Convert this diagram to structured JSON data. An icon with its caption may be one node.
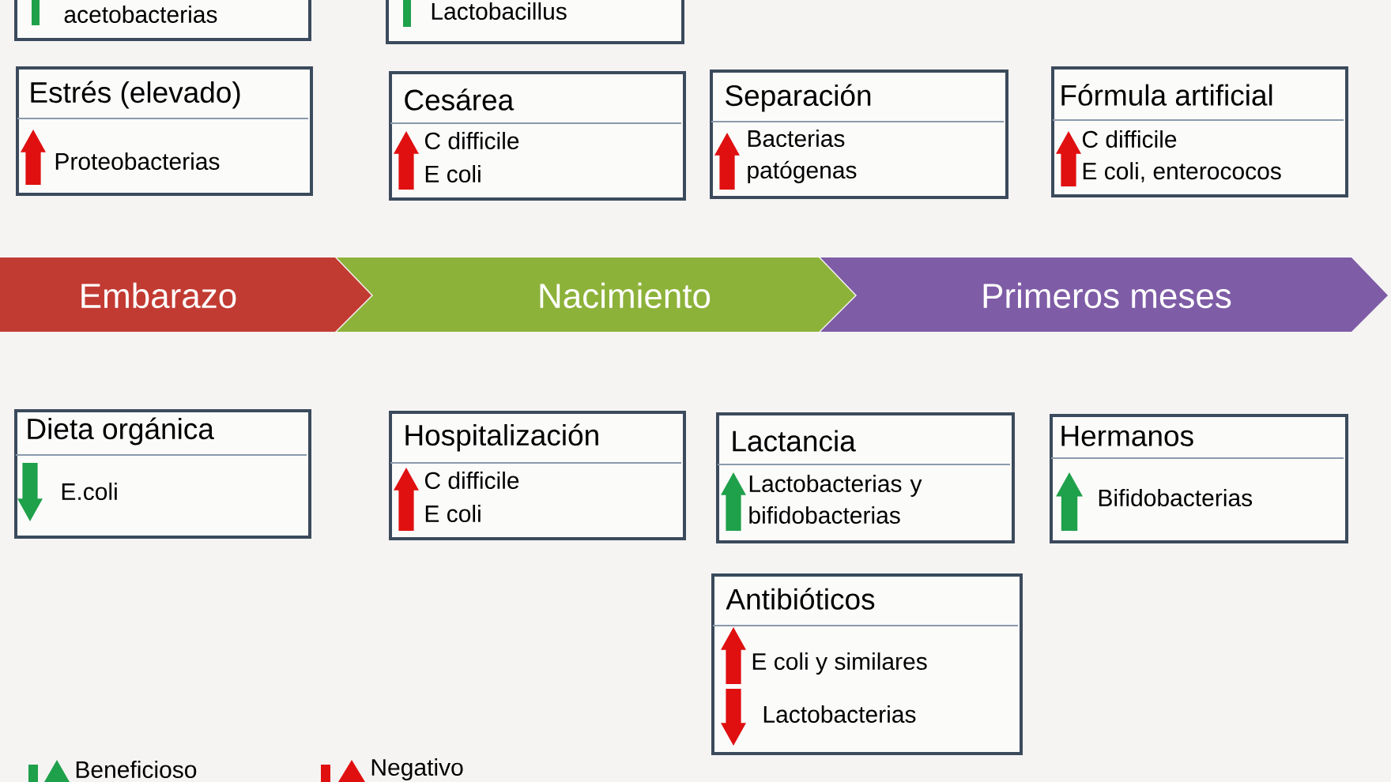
{
  "diagram": {
    "nodes": [
      {
        "text": [
          "acetobacterias"
        ]
      },
      {
        "text": [
          "Lactobacillus"
        ]
      },
      {
        "text": [
          "Estrés (elevado)",
          "Proteobacterias"
        ]
      },
      {
        "text": [
          "Cesárea",
          "C difficile",
          "E coli"
        ]
      },
      {
        "text": [
          "Separación",
          "Bacterias patógenas"
        ]
      },
      {
        "text": [
          "Fórmula artificial",
          "C difficile",
          "E coli, enterococos"
        ]
      },
      {
        "text": [
          "Embarazo"
        ]
      },
      {
        "text": [
          "Nacimiento"
        ]
      },
      {
        "text": [
          "Primeros meses"
        ]
      },
      {
        "text": [
          "Dieta orgánica",
          "E.coli"
        ]
      },
      {
        "text": [
          "Hospitalización",
          "C difficile",
          "E coli"
        ]
      },
      {
        "text": [
          "Lactancia",
          "Lactobacterias y bifidobacterias"
        ]
      },
      {
        "text": [
          "Hermanos",
          "Bifidobacterias"
        ]
      },
      {
        "text": [
          "Antibióticos",
          "E coli y similares",
          "Lactobacterias"
        ]
      }
    ],
    "legend": [
      {
        "text": "Beneficioso"
      },
      {
        "text": "Negativo"
      }
    ]
  }
}
